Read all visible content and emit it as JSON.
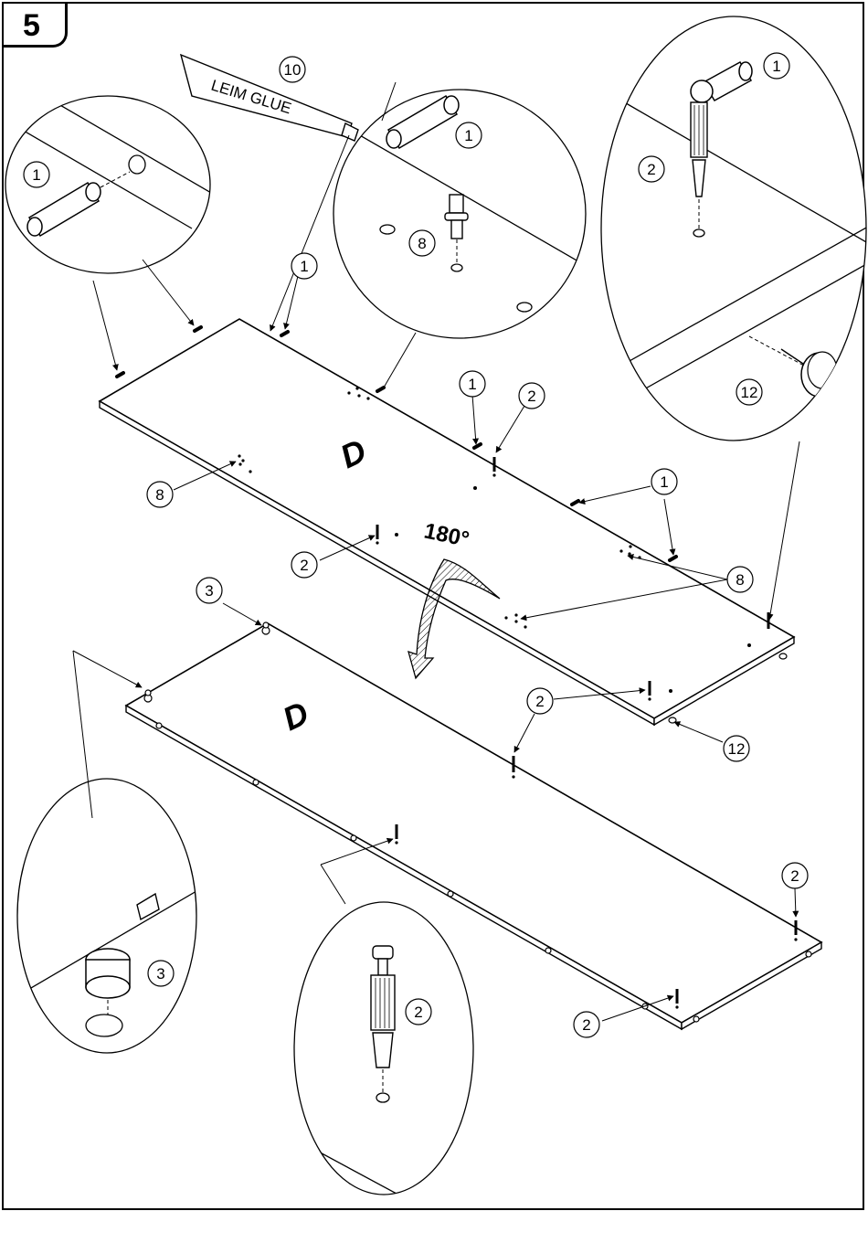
{
  "step": {
    "number": "5"
  },
  "glue": {
    "text": "LEIM GLUE",
    "callout": "10"
  },
  "panel_label": "D",
  "rotation_label": "180°",
  "callouts": {
    "dowel": "1",
    "cam_bolt": "2",
    "cam_lock": "3",
    "shelf_pin": "8",
    "glue": "10",
    "foot": "12"
  },
  "colors": {
    "line": "#000000",
    "background": "#ffffff"
  }
}
